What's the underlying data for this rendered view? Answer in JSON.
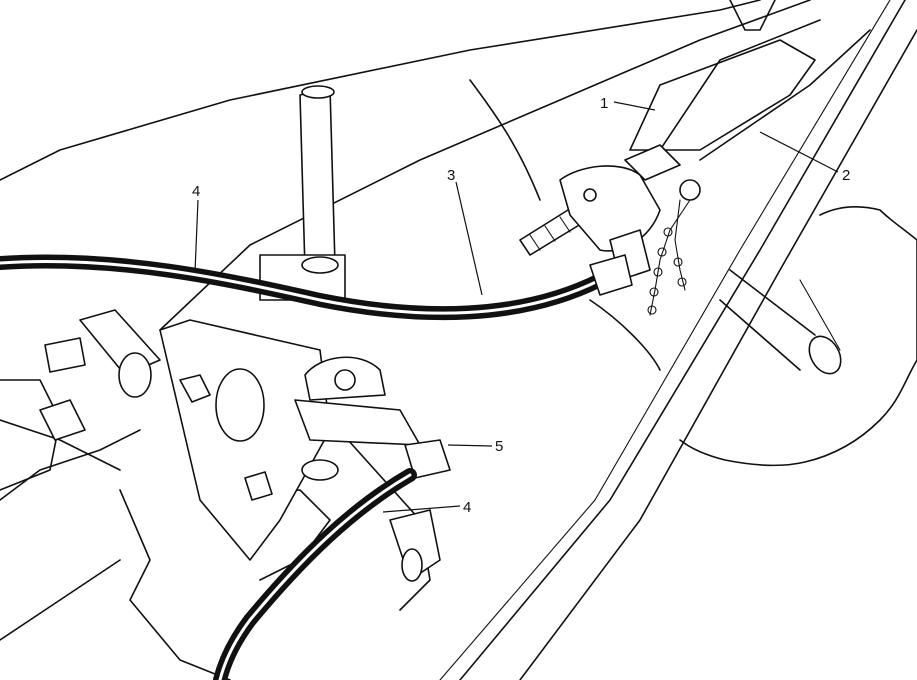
{
  "figure": {
    "callouts": [
      {
        "id": "c1",
        "label": "1"
      },
      {
        "id": "c2",
        "label": "2"
      },
      {
        "id": "c3",
        "label": "3"
      },
      {
        "id": "c4a",
        "label": "4"
      },
      {
        "id": "c4b",
        "label": "4"
      },
      {
        "id": "c5",
        "label": "5"
      }
    ],
    "colors": {
      "ink": "#111111",
      "paper": "#ffffff"
    }
  }
}
